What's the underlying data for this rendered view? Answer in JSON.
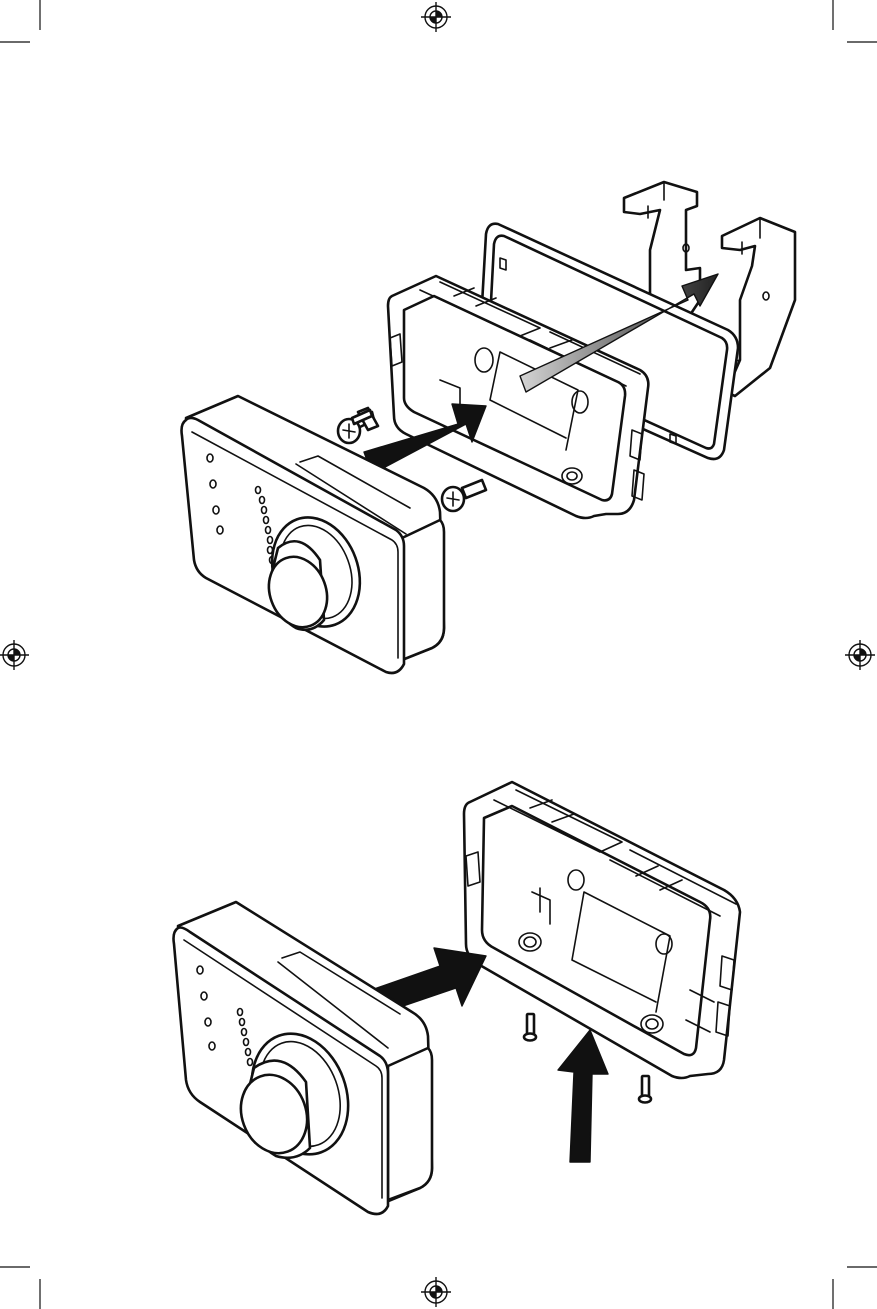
{
  "document": {
    "type": "installation-illustration",
    "panels": [
      {
        "id": "panel-top",
        "parts": [
          "controller",
          "back-box",
          "gasket-frame",
          "mounting-bracket",
          "screw",
          "screw"
        ],
        "arrows": [
          "insert-controller-arrow",
          "through-panel-arrow"
        ]
      },
      {
        "id": "panel-bottom",
        "parts": [
          "controller",
          "back-box",
          "screw",
          "screw"
        ],
        "arrows": [
          "insert-controller-arrow",
          "screws-up-arrow"
        ]
      }
    ]
  },
  "colors": {
    "ink": "#111111",
    "paper": "#ffffff",
    "arrow_solid": "#111111",
    "arrow_fade_start": "#d4d4d4",
    "arrow_fade_end": "#222222"
  },
  "icons": {
    "registration": "registration-mark-icon",
    "crop": "crop-mark-icon",
    "arrow": "arrow-icon",
    "screw": "screw-icon"
  }
}
